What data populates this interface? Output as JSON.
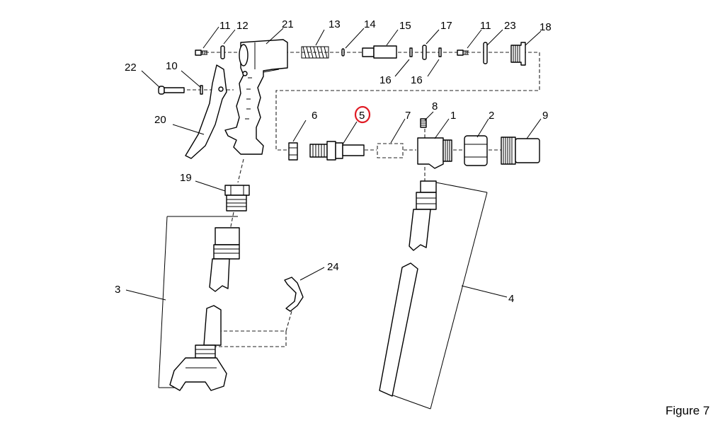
{
  "figure_caption": "Figure 7",
  "highlighted_callout": "5",
  "highlight_color": "#e01b24",
  "callouts": {
    "c11a": "11",
    "c12": "12",
    "c21": "21",
    "c13": "13",
    "c14": "14",
    "c15": "15",
    "c17": "17",
    "c11b": "11",
    "c23": "23",
    "c18": "18",
    "c16a": "16",
    "c16b": "16",
    "c22": "22",
    "c10": "10",
    "c20": "20",
    "c6": "6",
    "c5": "5",
    "c7": "7",
    "c8": "8",
    "c1": "1",
    "c2": "2",
    "c9": "9",
    "c19": "19",
    "c24": "24",
    "c3": "3",
    "c4": "4"
  }
}
